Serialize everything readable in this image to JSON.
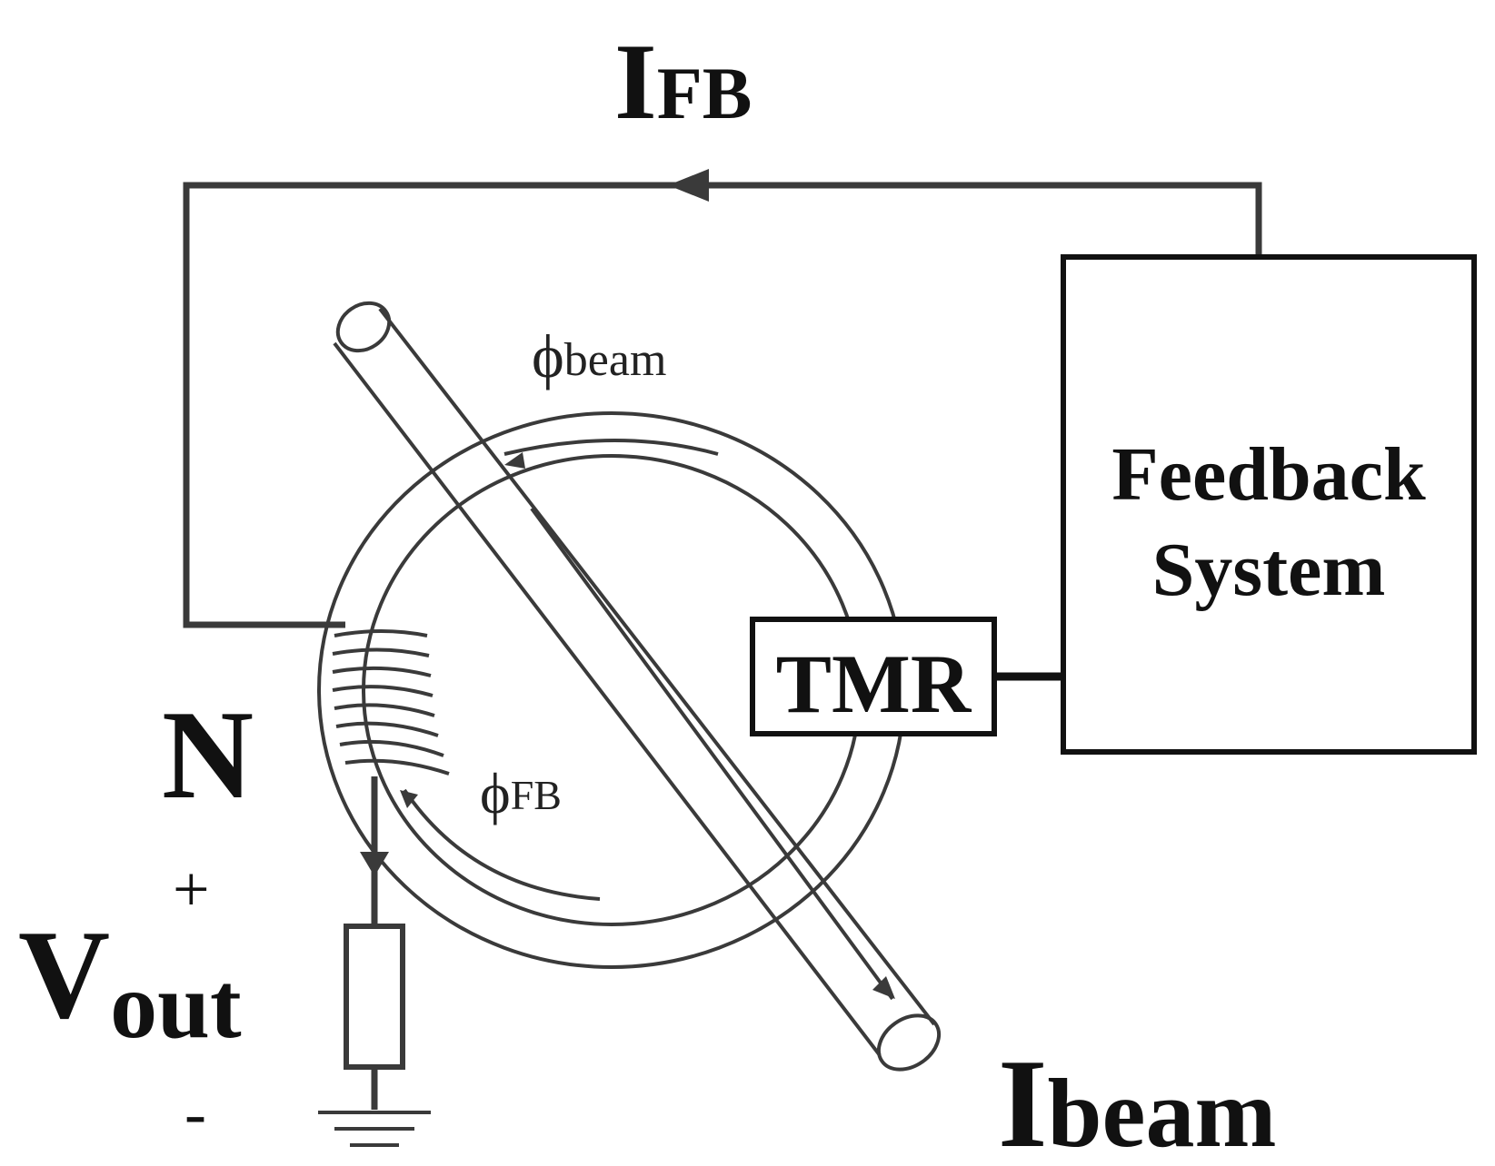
{
  "labels": {
    "i_fb_main": "I",
    "i_fb_sub": "FB",
    "phi_beam_symbol": "ϕ",
    "phi_beam_sub": "beam",
    "phi_fb_symbol": "ϕ",
    "phi_fb_sub": "FB",
    "feedback_line1": "Feedback",
    "feedback_line2": "System",
    "tmr": "TMR",
    "n": "N",
    "plus": "+",
    "minus": "-",
    "v_main": "V",
    "v_sub": "out",
    "i_beam_main": "I",
    "i_beam_sub": "beam"
  },
  "colors": {
    "line": "#3a3a3a",
    "box_border": "#111111",
    "text": "#111111",
    "background": "#ffffff"
  }
}
